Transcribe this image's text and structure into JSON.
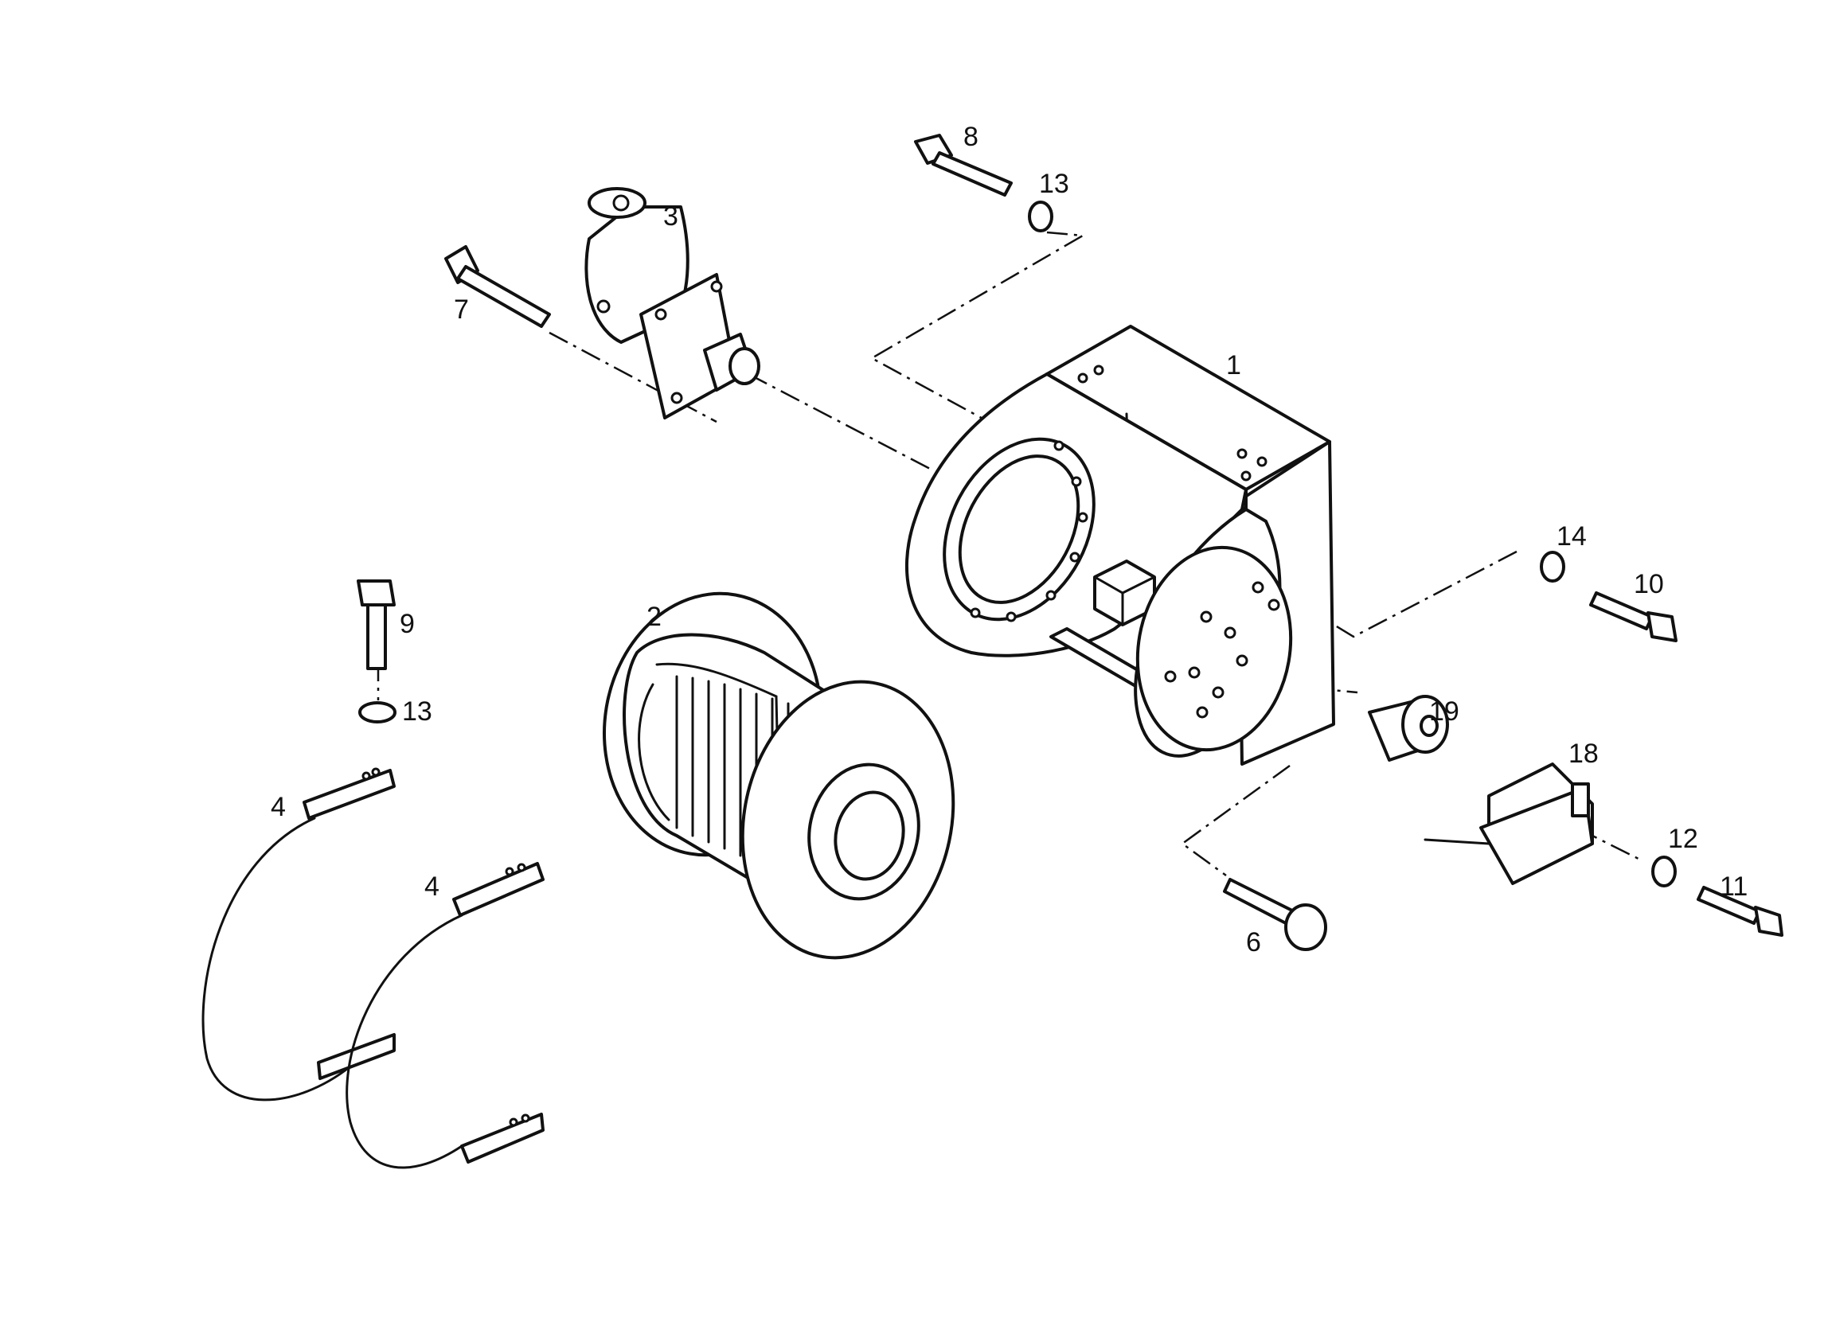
{
  "callouts": {
    "p1": "1",
    "p2": "2",
    "p3": "3",
    "p4a": "4",
    "p4b": "4",
    "p6": "6",
    "p7": "7",
    "p8": "8",
    "p9": "9",
    "p10": "10",
    "p11": "11",
    "p12": "12",
    "p13a": "13",
    "p13b": "13",
    "p14": "14",
    "p18": "18",
    "p19": "19"
  }
}
